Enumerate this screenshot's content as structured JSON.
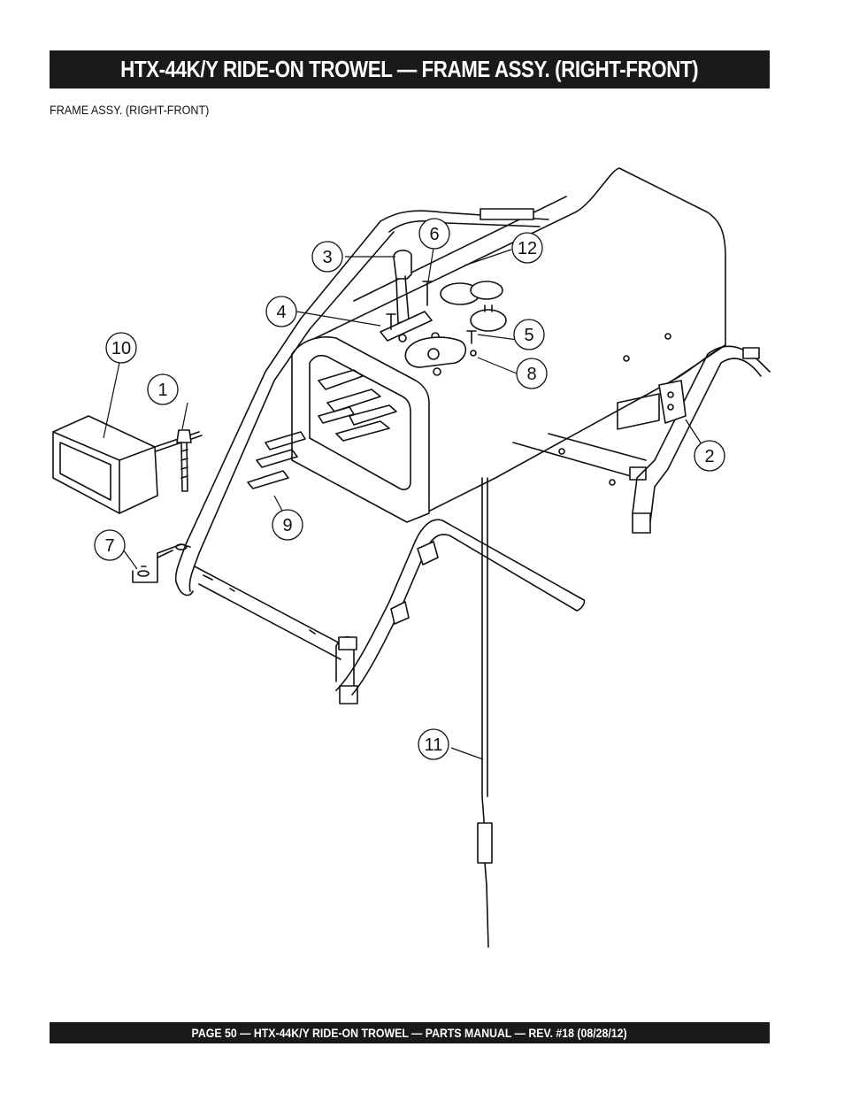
{
  "header": {
    "title": "HTX-44K/Y  RIDE-ON TROWEL —  FRAME ASSY. (RIGHT-FRONT)",
    "subtitle": "FRAME ASSY. (RIGHT-FRONT)"
  },
  "callouts": [
    "1",
    "2",
    "3",
    "4",
    "5",
    "6",
    "7",
    "8",
    "9",
    "10",
    "11",
    "12"
  ],
  "footer": {
    "text": "PAGE 50 — HTX-44K/Y RIDE-ON TROWEL — PARTS  MANUAL — REV. #18 (08/28/12)"
  }
}
